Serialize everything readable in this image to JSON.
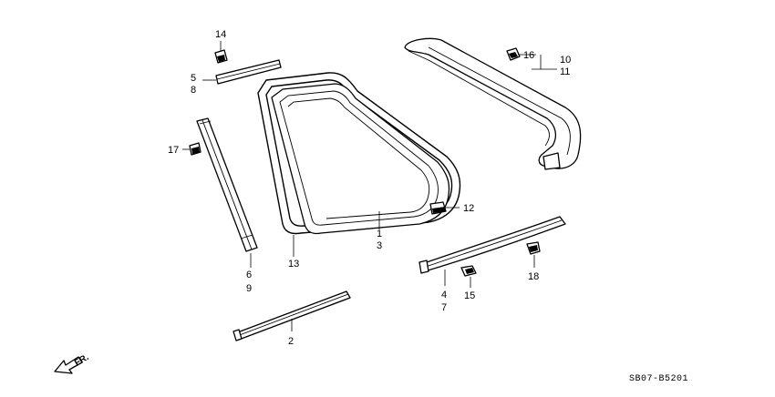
{
  "callouts": {
    "p1": "1",
    "p2": "2",
    "p3": "3",
    "p4": "4",
    "p5": "5",
    "p6": "6",
    "p7": "7",
    "p8": "8",
    "p9": "9",
    "p10": "10",
    "p11": "11",
    "p12": "12",
    "p13": "13",
    "p14": "14",
    "p15": "15",
    "p16": "16",
    "p17": "17",
    "p18": "18"
  },
  "direction_label": "FR.",
  "diagram_code": "SB07-B5201",
  "icons": {
    "front_arrow": "arrow-down-left-icon"
  }
}
